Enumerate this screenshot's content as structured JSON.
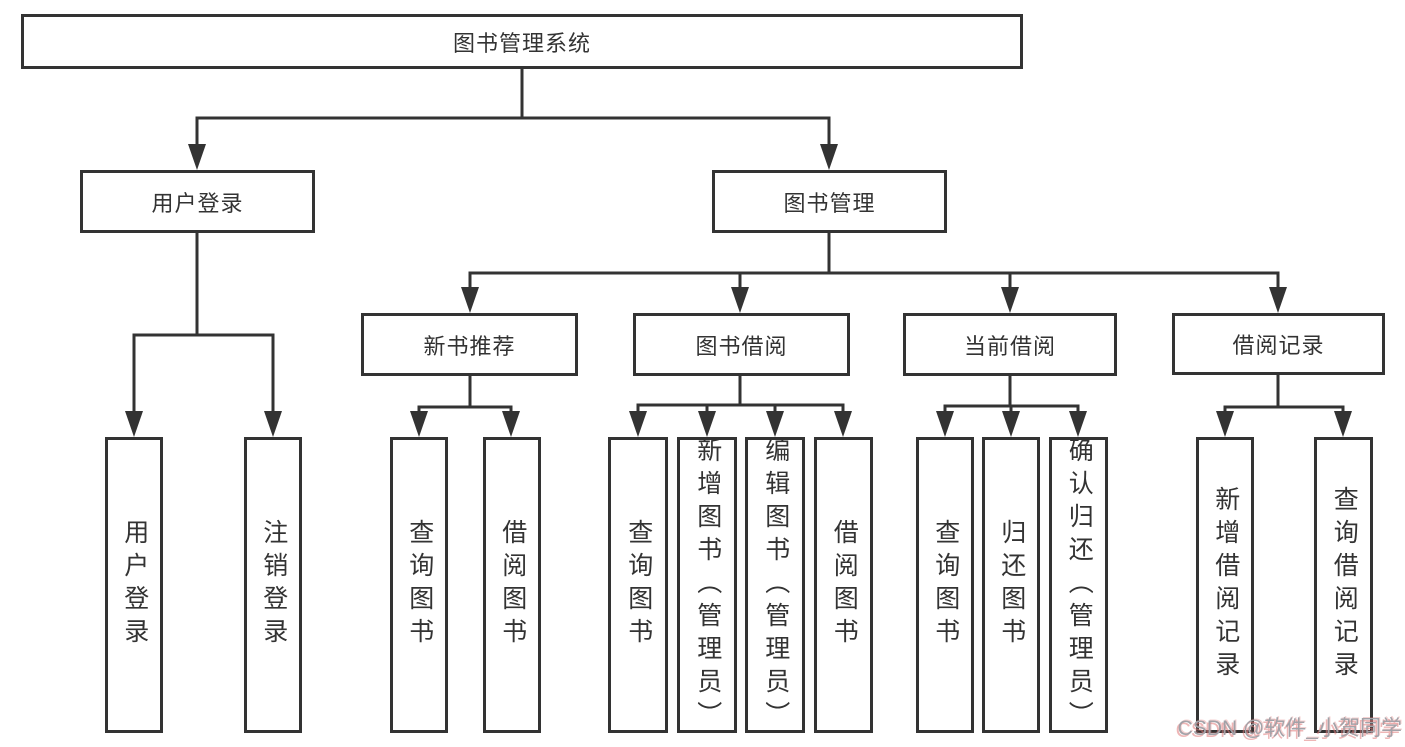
{
  "diagram": {
    "root": "图书管理系统",
    "branches": [
      {
        "label": "用户登录",
        "children": [
          "用户登录",
          "注销登录"
        ]
      },
      {
        "label": "图书管理",
        "groups": [
          {
            "label": "新书推荐",
            "children": [
              "查询图书",
              "借阅图书"
            ]
          },
          {
            "label": "图书借阅",
            "children": [
              "查询图书",
              "新增图书（管理员）",
              "编辑图书（管理员）",
              "借阅图书"
            ]
          },
          {
            "label": "当前借阅",
            "children": [
              "查询图书",
              "归还图书",
              "确认归还（管理员）"
            ]
          },
          {
            "label": "借阅记录",
            "children": [
              "新增借阅记录",
              "查询借阅记录"
            ]
          }
        ]
      }
    ]
  },
  "watermark": {
    "text": "CSDN @软件_小贺同学"
  },
  "colors": {
    "line": "#333333",
    "text": "#333333",
    "background": "#ffffff",
    "watermark_gray": "#a2a2a8",
    "watermark_red": "#e07a7a"
  }
}
